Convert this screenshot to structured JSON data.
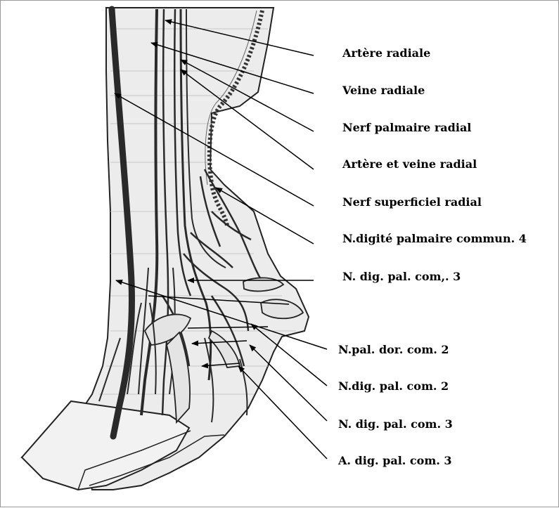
{
  "colors": {
    "background": "#ffffff",
    "illustration_fill": "#ececec",
    "ink": "#1a1a1a",
    "label_text": "#000000"
  },
  "labels": [
    {
      "id": "arteria-radialis",
      "text": "Artère radiale"
    },
    {
      "id": "vena-radialis",
      "text": "Veine radiale"
    },
    {
      "id": "nerf-palmaire-radial",
      "text": "Nerf palmaire radial"
    },
    {
      "id": "artere-veine-radial",
      "text": "Artère et veine radial"
    },
    {
      "id": "nerf-superficiel-radial",
      "text": "Nerf superficiel radial"
    },
    {
      "id": "n-digite-palmaire-commun-4",
      "text": "N.digité palmaire commun. 4"
    },
    {
      "id": "n-dig-pal-com-3-upper",
      "text": "N. dig. pal. com,. 3"
    },
    {
      "id": "n-pal-dor-com-2",
      "text": "N.pal. dor. com. 2"
    },
    {
      "id": "n-dig-pal-com-2",
      "text": "N.dig. pal. com. 2"
    },
    {
      "id": "n-dig-pal-com-3-lower",
      "text": "N. dig. pal. com. 3"
    },
    {
      "id": "a-dig-pal-com-3",
      "text": "A. dig. pal. com. 3"
    }
  ]
}
